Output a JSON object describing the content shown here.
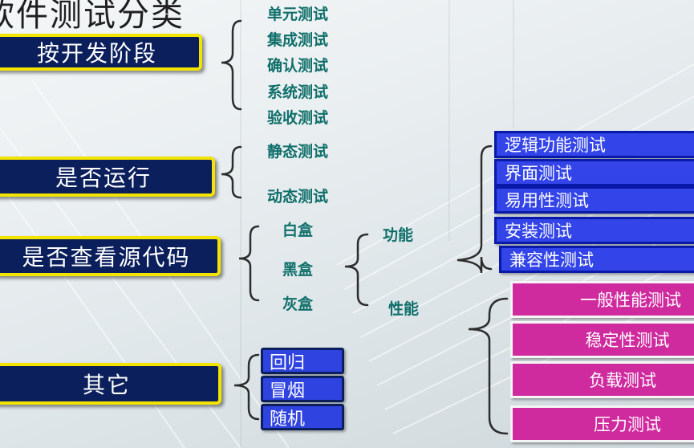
{
  "title": "软件测试分类",
  "categories": [
    {
      "label": "按开发阶段",
      "children": [
        "单元测试",
        "集成测试",
        "确认测试",
        "系统测试",
        "验收测试"
      ]
    },
    {
      "label": "是否运行",
      "children": [
        "静态测试",
        "动态测试"
      ]
    },
    {
      "label": "是否查看源代码",
      "children": [
        "白盒",
        "黑盒",
        "灰盒"
      ]
    },
    {
      "label": "其它",
      "children": [
        "回归",
        "冒烟",
        "随机"
      ]
    }
  ],
  "blackbox_branches": [
    "功能",
    "性能"
  ],
  "functional_tests": [
    "逻辑功能测试",
    "界面测试",
    "易用性测试",
    "安装测试",
    "兼容性测试"
  ],
  "performance_tests": [
    "一般性能测试",
    "稳定性测试",
    "负载测试",
    "压力测试"
  ],
  "colors": {
    "category_bg": "#0b1f5c",
    "category_border": "#f2e300",
    "leaf_text": "#0f6f6a",
    "functional_bg": "#3344e8",
    "performance_bg": "#cf2a9e"
  }
}
